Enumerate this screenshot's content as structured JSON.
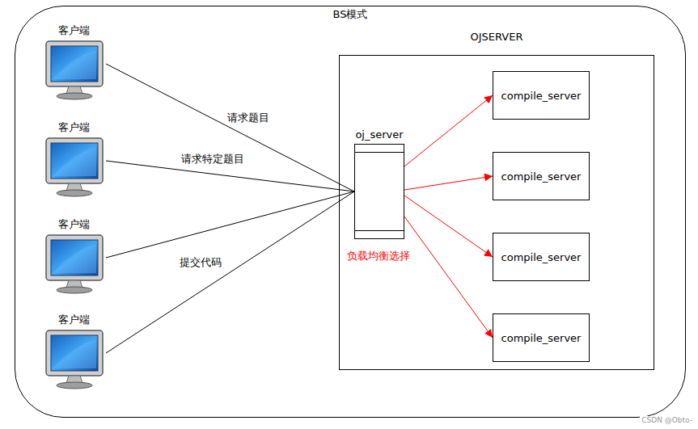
{
  "diagram": {
    "nodes": [
      {
        "text": [
          "BS模式"
        ]
      },
      {
        "text": [
          "客户端"
        ],
        "in": 0
      },
      {
        "text": [
          "客户端"
        ],
        "in": 0
      },
      {
        "text": [
          "客户端"
        ],
        "in": 0
      },
      {
        "text": [
          "客户端"
        ],
        "in": 0
      },
      {
        "text": [
          "OJSERVER"
        ],
        "in": 0
      },
      {
        "text": [
          "oj_server"
        ],
        "in": 5
      },
      {
        "text": [
          "compile_server"
        ],
        "in": 5
      },
      {
        "text": [
          "compile_server"
        ],
        "in": 5
      },
      {
        "text": [
          "compile_server"
        ],
        "in": 5
      },
      {
        "text": [
          "compile_server"
        ],
        "in": 5
      }
    ],
    "edges": [
      {
        "from": 1,
        "to": 6,
        "label": "请求题目",
        "arrow": "none"
      },
      {
        "from": 2,
        "to": 6,
        "label": "请求特定题目",
        "arrow": "none"
      },
      {
        "from": 3,
        "to": 6,
        "label": "提交代码",
        "arrow": "none"
      },
      {
        "from": 4,
        "to": 6,
        "arrow": "none"
      },
      {
        "from": 6,
        "to": 7,
        "arrow": "to"
      },
      {
        "from": 6,
        "to": 8,
        "arrow": "to"
      },
      {
        "from": 6,
        "to": 9,
        "arrow": "to"
      },
      {
        "from": 6,
        "to": 10,
        "arrow": "to"
      }
    ],
    "labels": [
      "负载均衡选择",
      "CSDN @Obto-"
    ]
  }
}
